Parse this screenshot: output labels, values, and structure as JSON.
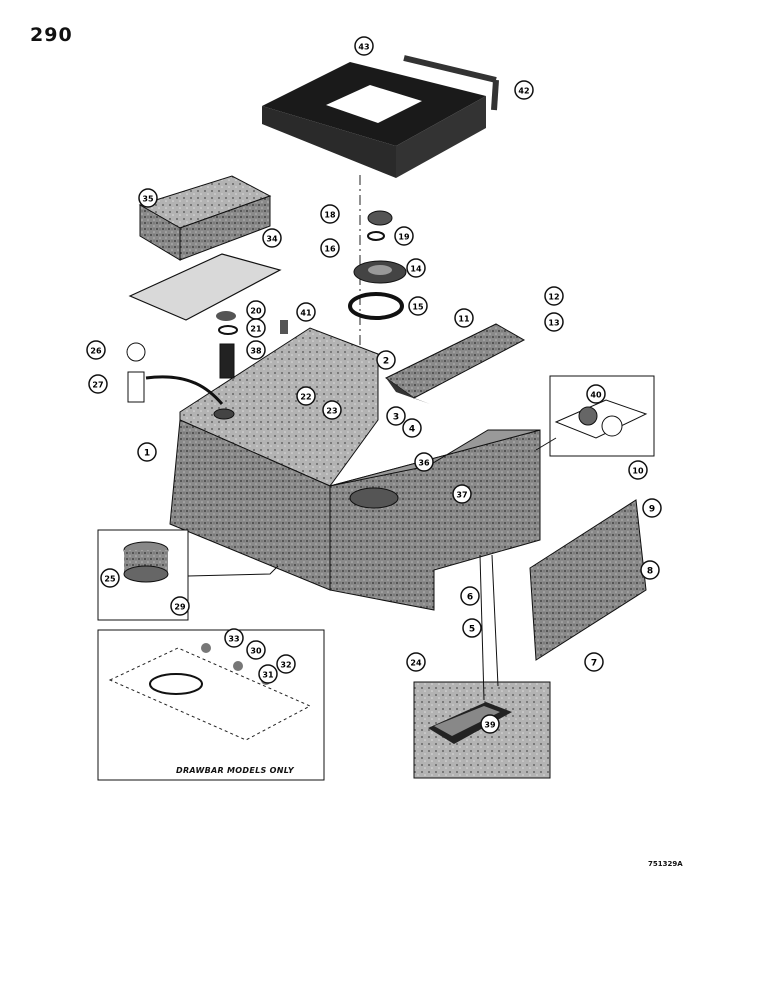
{
  "page": {
    "number": "290",
    "figure_code": "751329A"
  },
  "inset": {
    "drawbar_caption": "DRAWBAR MODELS ONLY"
  },
  "callouts": [
    "1",
    "2",
    "3",
    "4",
    "5",
    "6",
    "7",
    "8",
    "9",
    "10",
    "11",
    "12",
    "13",
    "14",
    "15",
    "16",
    "18",
    "19",
    "20",
    "21",
    "22",
    "23",
    "24",
    "25",
    "26",
    "27",
    "29",
    "30",
    "31",
    "32",
    "33",
    "34",
    "35",
    "36",
    "37",
    "38",
    "39",
    "40",
    "41",
    "42",
    "43"
  ],
  "colors": {
    "ink": "#111111",
    "paper": "#ffffff",
    "shade": "#6b6b6b",
    "dark": "#222222"
  }
}
